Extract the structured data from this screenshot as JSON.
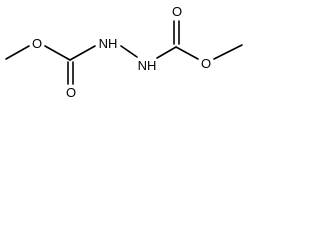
{
  "molecule": {
    "atoms": {
      "o_ester_left": "O",
      "o_carbonyl_left": "O",
      "nh_left": "NH",
      "nh_right": "NH",
      "o_carbonyl_right": "O",
      "o_ester_right": "O"
    }
  }
}
